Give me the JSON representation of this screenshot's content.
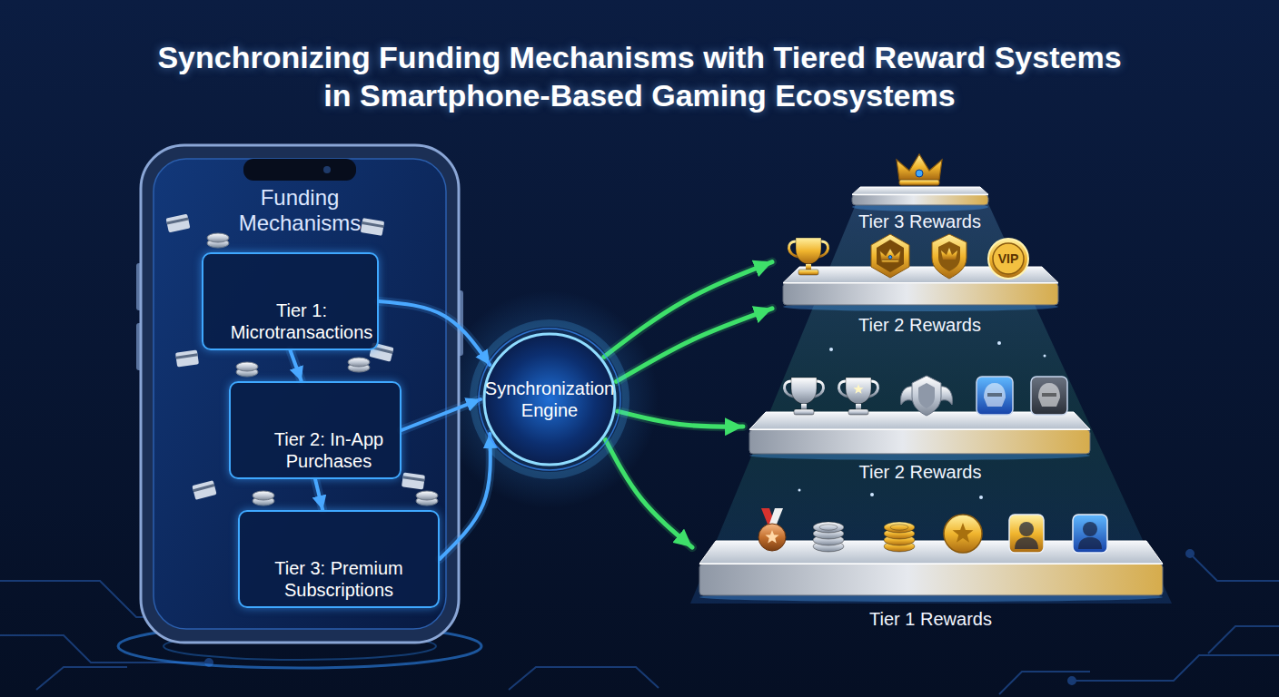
{
  "diagram": {
    "title": "Synchronizing Funding Mechanisms with Tiered Reward Systems in Smartphone-Based Gaming Ecosystems",
    "nodes": [
      {
        "text": [
          "Funding Mechanisms"
        ]
      },
      {
        "text": [
          "Tier 1: Microtransactions"
        ],
        "in": 0
      },
      {
        "text": [
          "Tier 2: In-App Purchases"
        ],
        "in": 0
      },
      {
        "text": [
          "Tier 3: Premium Subscriptions"
        ],
        "in": 0
      },
      {
        "text": [
          "Synchronization Engine"
        ]
      },
      {
        "text": [
          "Tier 3 Rewards"
        ]
      },
      {
        "text": [
          "Tier 2 Rewards"
        ]
      },
      {
        "text": [
          "Tier 2 Rewards"
        ]
      },
      {
        "text": [
          "Tier 1 Rewards"
        ]
      }
    ],
    "edges": [
      {
        "from": 1,
        "to": 2,
        "arrow": "to"
      },
      {
        "from": 2,
        "to": 3,
        "arrow": "to"
      },
      {
        "from": 1,
        "to": 4,
        "arrow": "to"
      },
      {
        "from": 2,
        "to": 4,
        "arrow": "to"
      },
      {
        "from": 3,
        "to": 4,
        "arrow": "to"
      },
      {
        "from": 4,
        "to": 6,
        "arrow": "to"
      },
      {
        "from": 4,
        "to": 6,
        "arrow": "to"
      },
      {
        "from": 4,
        "to": 7,
        "arrow": "to"
      },
      {
        "from": 4,
        "to": 8,
        "arrow": "to"
      }
    ],
    "labels": [
      "VIP"
    ]
  }
}
